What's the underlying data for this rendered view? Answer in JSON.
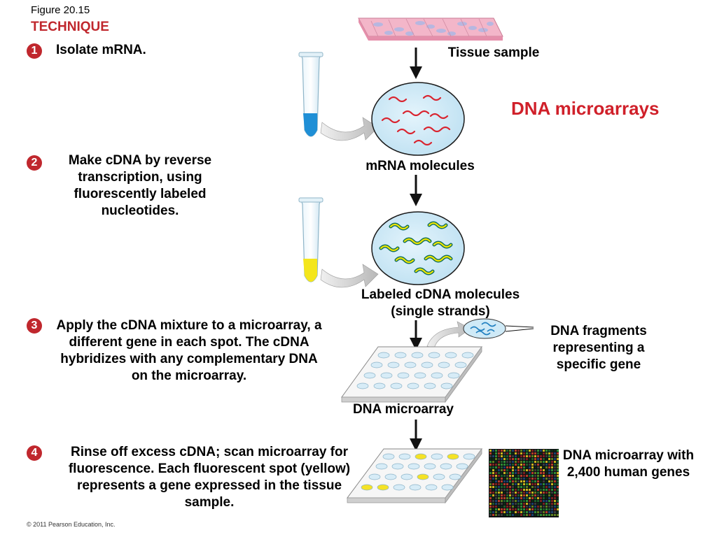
{
  "figure_label": "Figure 20.15",
  "technique_label": "TECHNIQUE",
  "title": "DNA microarrays",
  "steps": [
    {
      "number": "1",
      "text": "Isolate mRNA."
    },
    {
      "number": "2",
      "text": "Make cDNA by reverse transcription, using fluorescently labeled nucleotides."
    },
    {
      "number": "3",
      "text": "Apply the cDNA mixture to a microarray, a different gene in each spot. The cDNA hybridizes with any complementary DNA on the microarray."
    },
    {
      "number": "4",
      "text": "Rinse off excess cDNA; scan microarray for fluorescence. Each fluorescent spot (yellow) represents a gene expressed in the tissue sample."
    }
  ],
  "labels": {
    "tissue_sample": "Tissue sample",
    "mrna_molecules": "mRNA molecules",
    "labeled_cdna": "Labeled cDNA molecules (single strands)",
    "dna_fragments": "DNA fragments representing a specific gene",
    "dna_microarray": "DNA microarray",
    "microarray_2400": "DNA microarray with 2,400 human genes"
  },
  "copyright": "© 2011 Pearson Education, Inc.",
  "colors": {
    "accent_red": "#c0272d",
    "mrna_strand": "#d9232e",
    "cdna_strand_fill": "#f2e600",
    "cdna_strand_outline": "#0f6e5a",
    "droplet_fill": "#cfeaf7",
    "tube_blue": "#1f8fd6",
    "tube_yellow": "#f4e61c",
    "microarray_spot": "#d7ecf7",
    "fluorescent_spot": "#f5e225"
  },
  "icons": [
    "tissue-sample-icon",
    "test-tube-icon",
    "droplet-icon",
    "microarray-slide-icon",
    "scanned-microarray-image"
  ]
}
